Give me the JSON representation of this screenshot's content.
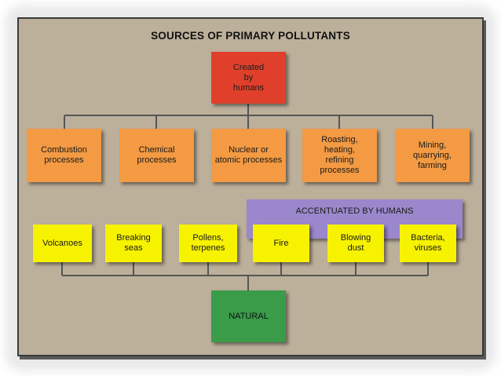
{
  "diagram": {
    "title": "SOURCES OF PRIMARY POLLUTANTS",
    "root_top": "Created\nby\nhumans",
    "human_sources": [
      "Combustion\nprocesses",
      "Chemical\nprocesses",
      "Nuclear or\natomic processes",
      "Roasting,\nheating,\nrefining\nprocesses",
      "Mining,\nquarrying,\nfarming"
    ],
    "accentuated_label": "ACCENTUATED BY HUMANS",
    "natural_sources": [
      "Volcanoes",
      "Breaking\nseas",
      "Pollens,\nterpenes",
      "Fire",
      "Blowing\ndust",
      "Bacteria,\nviruses"
    ],
    "root_bottom": "NATURAL",
    "colors": {
      "background": "#bcb09b",
      "human_root": "#e0402b",
      "human_source": "#f39a43",
      "natural_source": "#f7f200",
      "natural_root": "#3a9b48",
      "accentuated_band": "#9b88cc"
    }
  }
}
